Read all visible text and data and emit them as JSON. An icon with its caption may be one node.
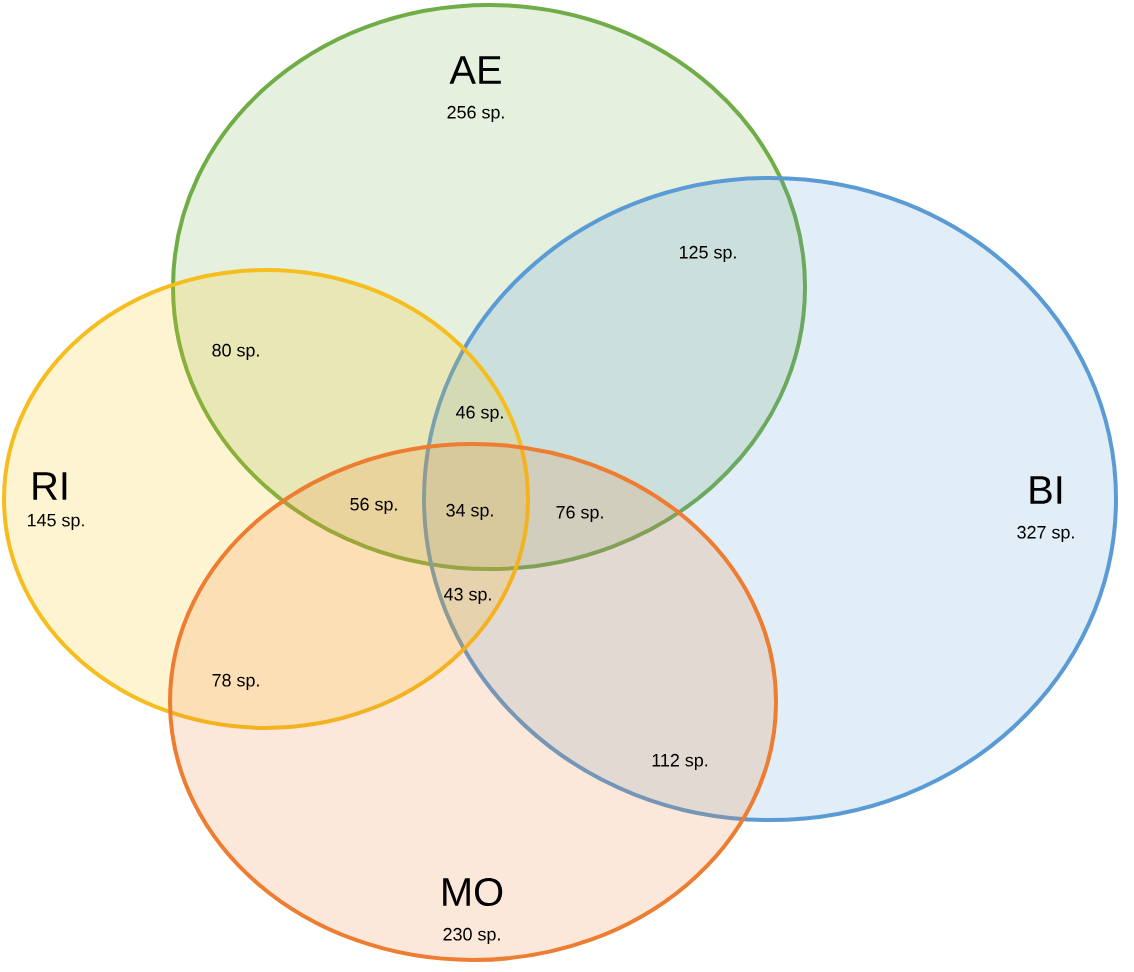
{
  "diagram": {
    "nodes": [
      {
        "text": [
          "AE",
          "256 sp."
        ]
      },
      {
        "text": [
          "RI",
          "145 sp."
        ]
      },
      {
        "text": [
          "BI",
          "327 sp."
        ]
      },
      {
        "text": [
          "MO",
          "230 sp."
        ]
      }
    ],
    "labels": [
      "125 sp.",
      "80 sp.",
      "46 sp.",
      "56 sp.",
      "34 sp.",
      "76 sp.",
      "43 sp.",
      "78 sp.",
      "112 sp."
    ]
  }
}
